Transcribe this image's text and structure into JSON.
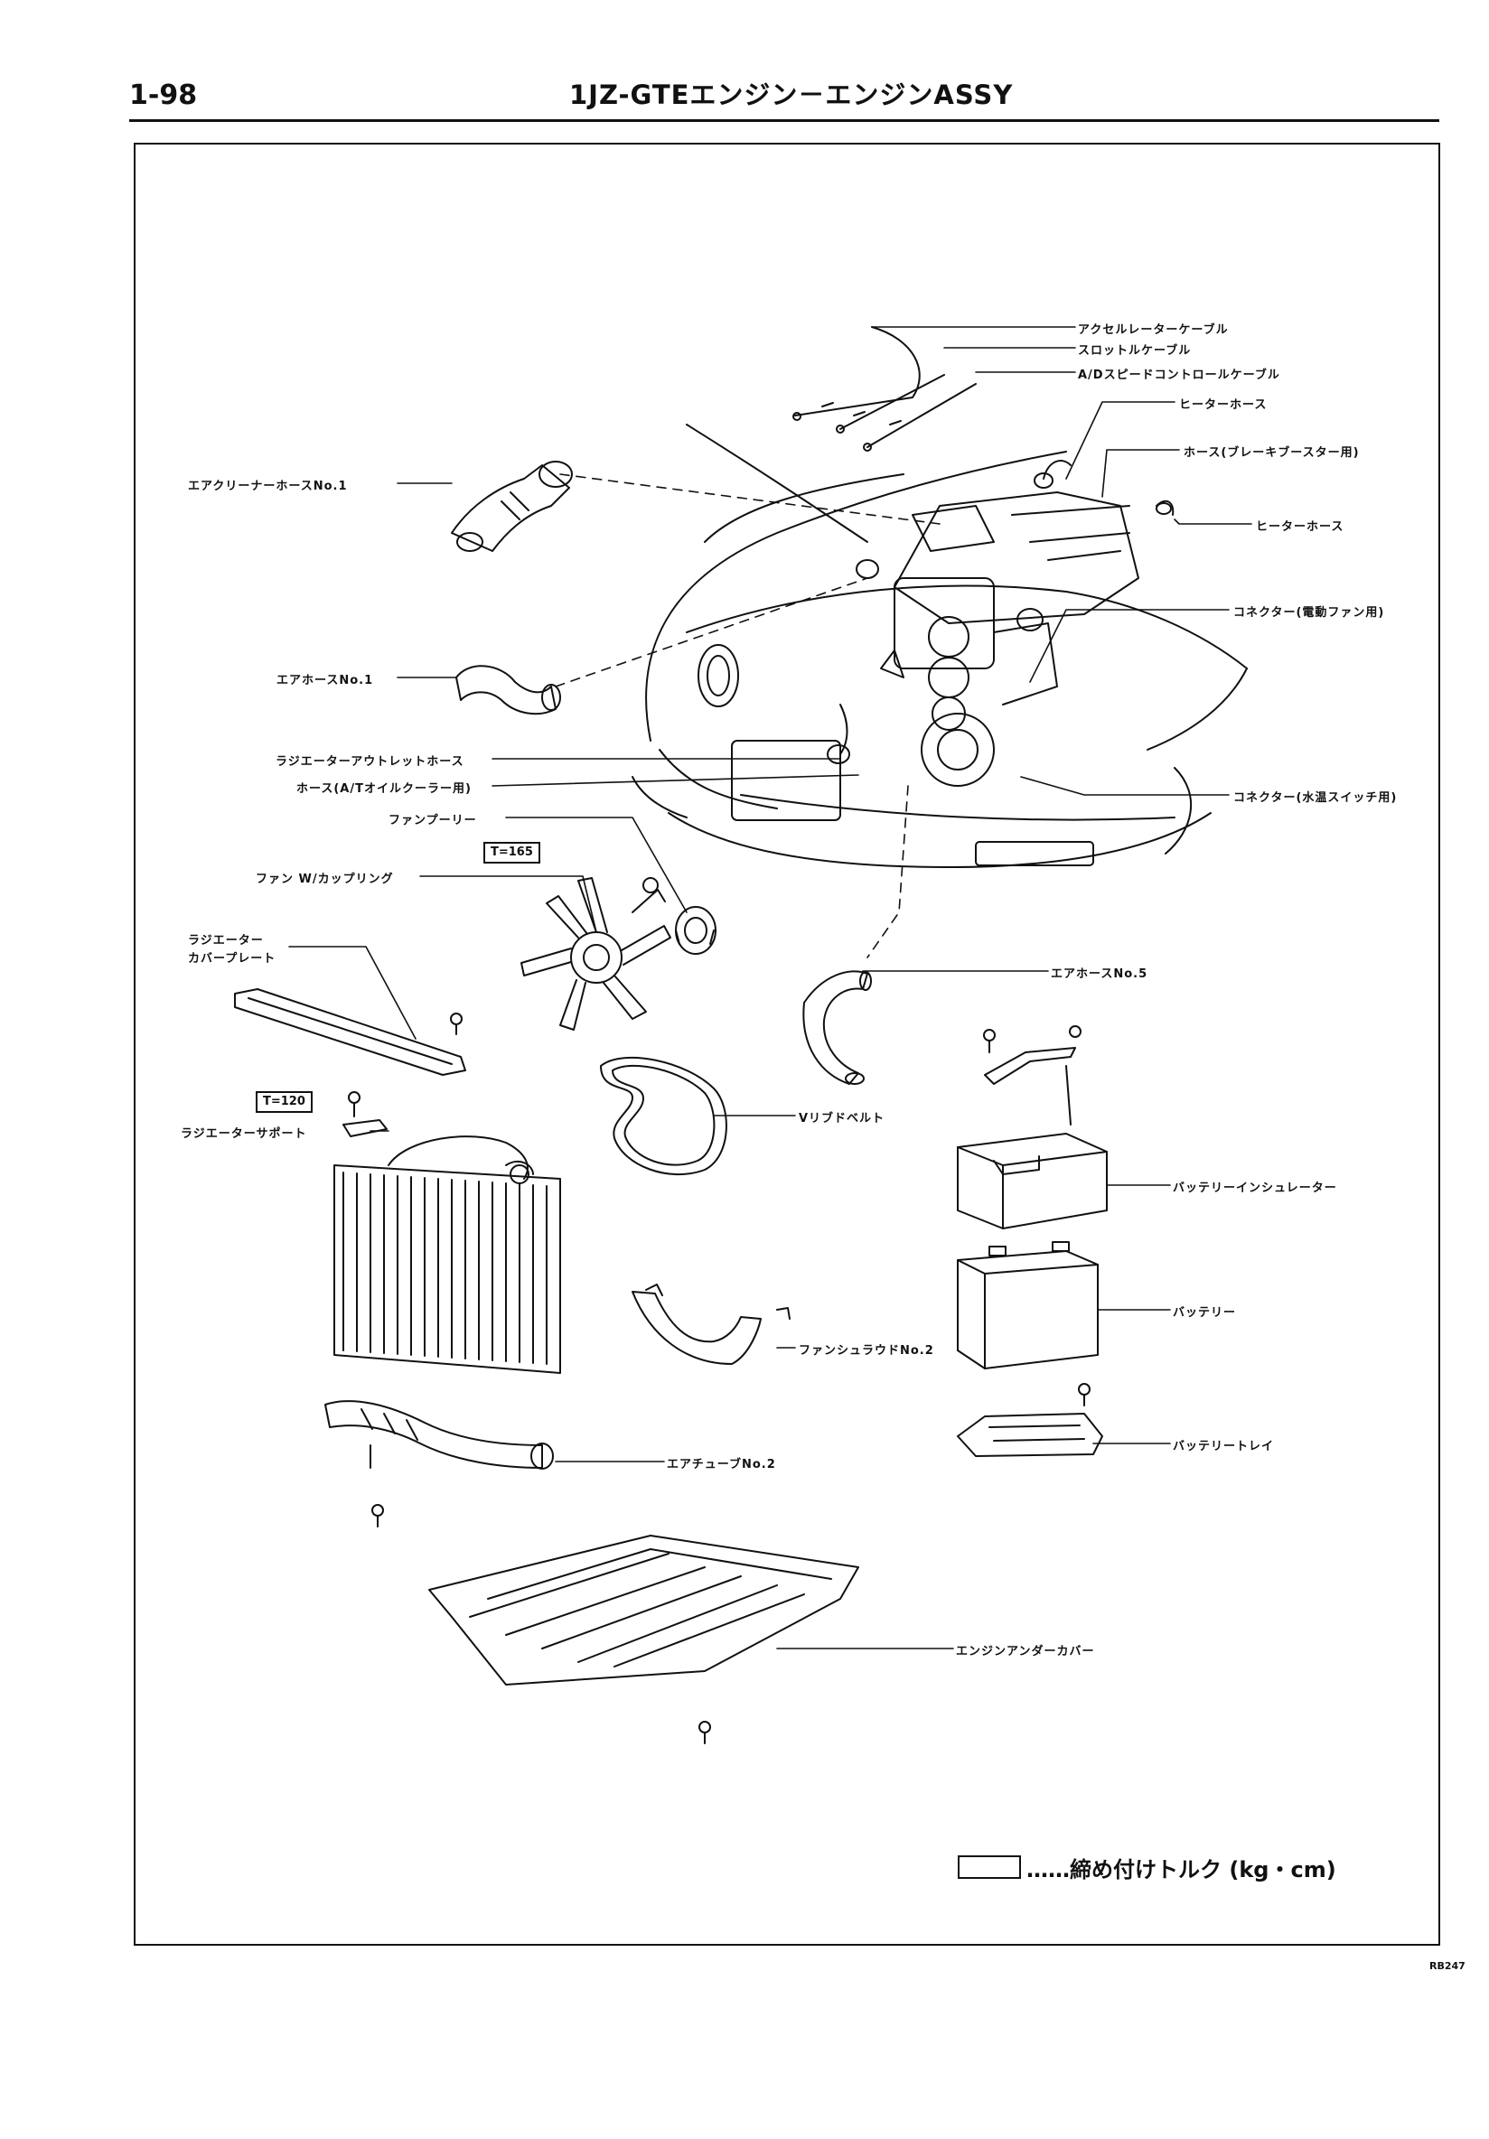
{
  "header": {
    "page_number": "1-98",
    "title": "1JZ-GTEエンジン－エンジンASSY"
  },
  "labels": {
    "accel_cable": "アクセルレーターケーブル",
    "throttle_cable": "スロットルケーブル",
    "ad_speed_cable": "A/Dスピードコントロールケーブル",
    "heater_hose_1": "ヒーターホース",
    "brake_booster_hose": "ホース(ブレーキブースター用)",
    "heater_hose_2": "ヒーターホース",
    "connector_fan": "コネクター(電動ファン用)",
    "connector_water_temp": "コネクター(水温スイッチ用)",
    "air_cleaner_hose": "エアクリーナーホースNo.1",
    "air_hose_1": "エアホースNo.1",
    "radiator_outlet_hose": "ラジエーターアウトレットホース",
    "at_oil_cooler_hose": "ホース(A/Tオイルクーラー用)",
    "fan_pulley": "ファンプーリー",
    "fan_coupling": "ファン W/カップリング",
    "radiator_cover_plate_1": "ラジエーター",
    "radiator_cover_plate_2": "カバープレート",
    "air_hose_5": "エアホースNo.5",
    "v_ribbed_belt": "Vリブドベルト",
    "radiator_support": "ラジエーターサポート",
    "battery_insulator": "バッテリーインシュレーター",
    "battery": "バッテリー",
    "fan_shroud_2": "ファンシュラウドNo.2",
    "battery_tray": "バッテリートレイ",
    "air_tube_2": "エアチューブNo.2",
    "engine_under_cover": "エンジンアンダーカバー"
  },
  "torque": {
    "fan_nut": "T=165",
    "radiator_support": "T=120"
  },
  "legend": {
    "text": "……締め付けトルク (kg・cm)"
  },
  "figure_code": "RB247"
}
